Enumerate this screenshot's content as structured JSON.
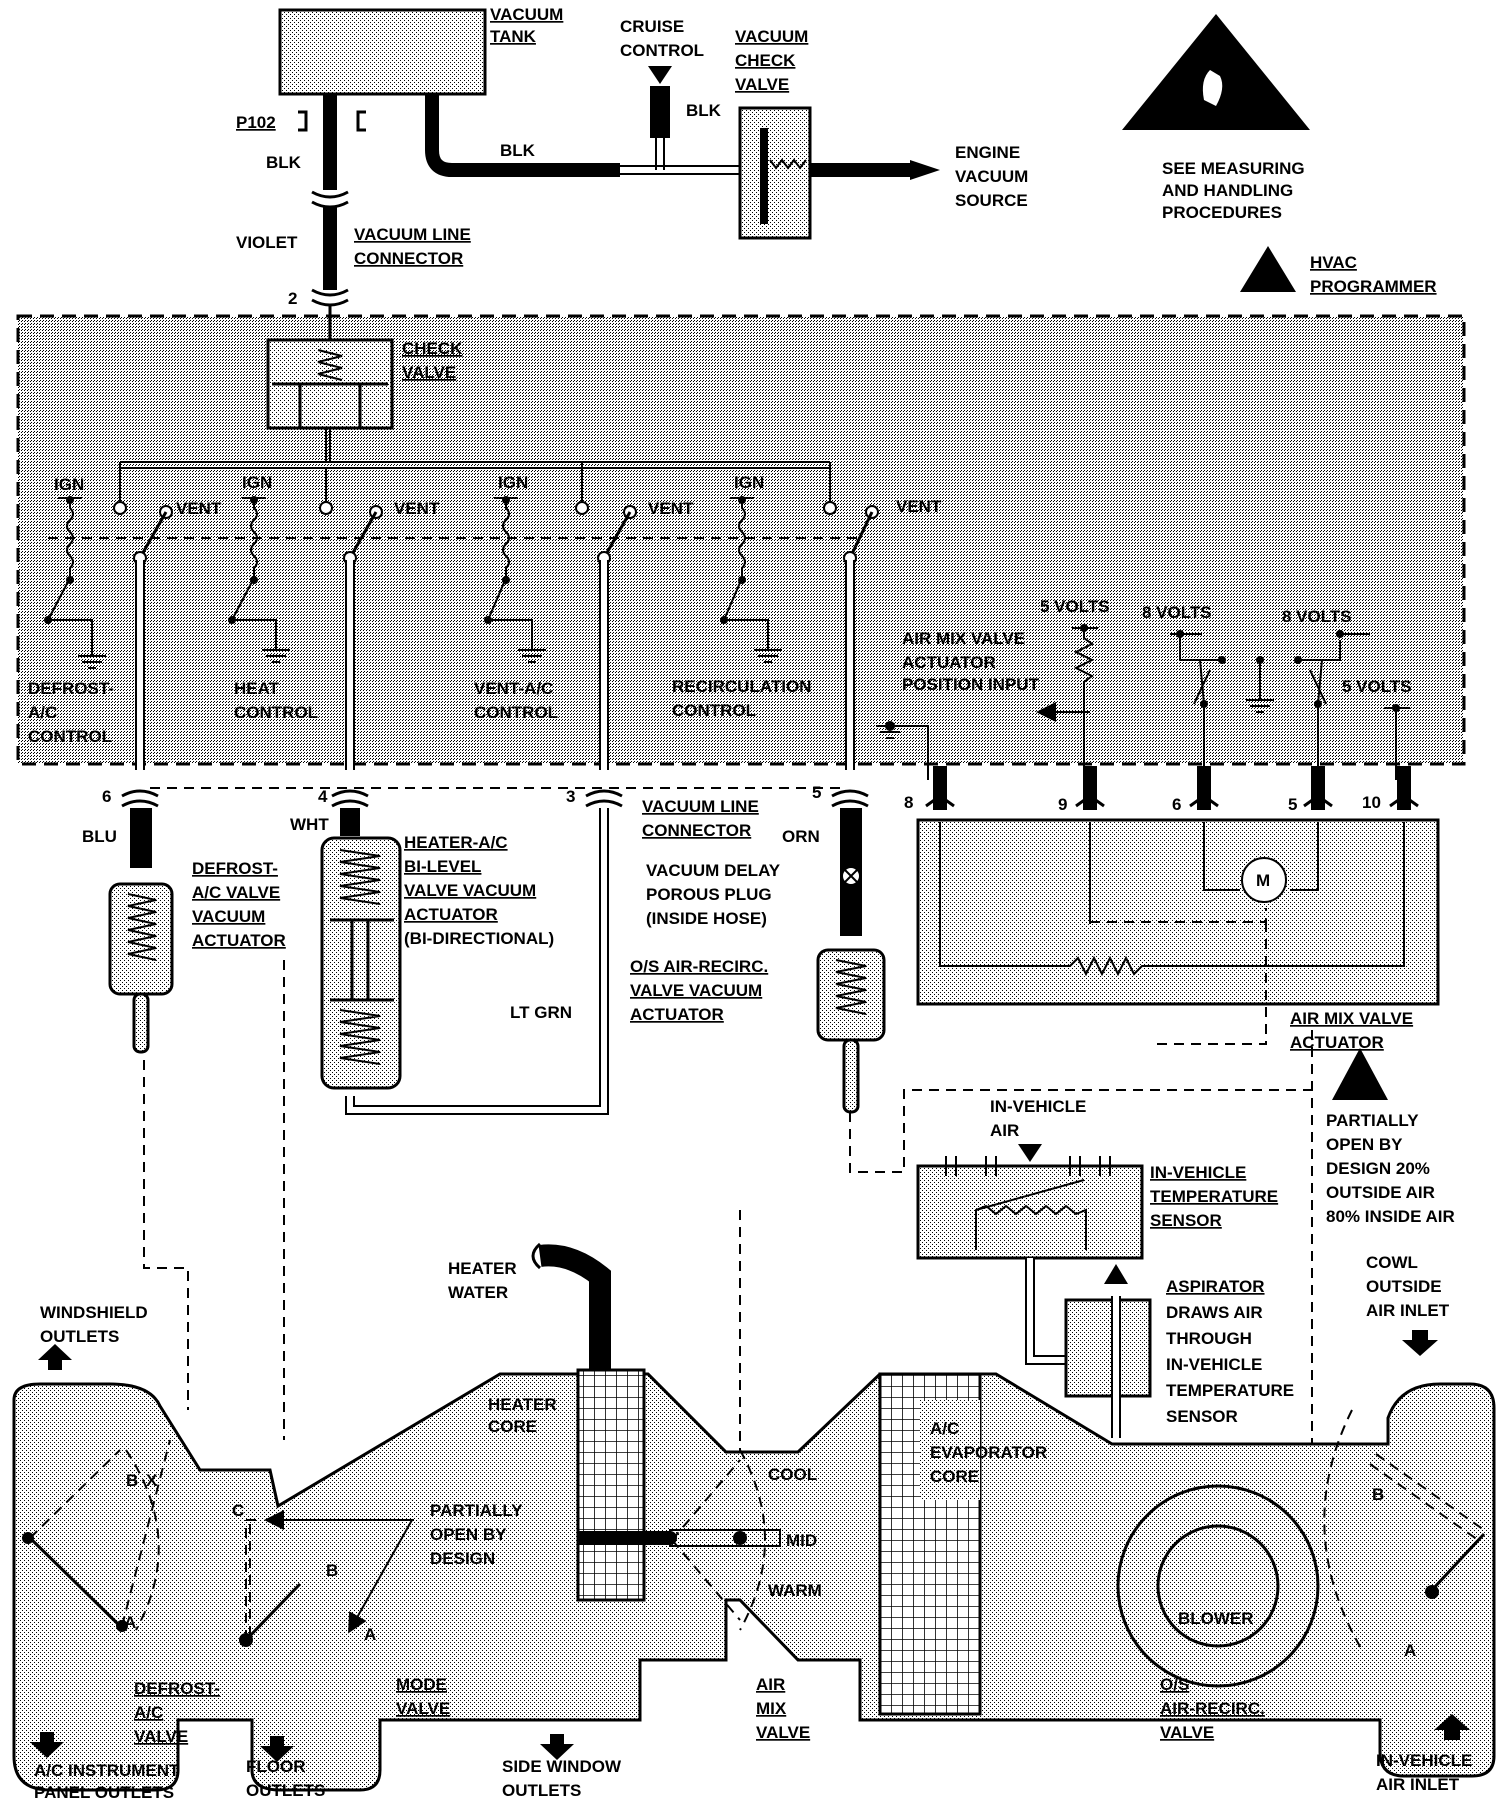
{
  "labels": {
    "vacuum_tank_1": "VACUUM",
    "vacuum_tank_2": "TANK",
    "cruise_1": "CRUISE",
    "cruise_2": "CONTROL",
    "check_valve_top_1": "VACUUM",
    "check_valve_top_2": "CHECK",
    "check_valve_top_3": "VALVE",
    "blk_cruise": "BLK",
    "p102": "P102",
    "blk_left": "BLK",
    "blk_mid": "BLK",
    "engine_1": "ENGINE",
    "engine_2": "VACUUM",
    "engine_3": "SOURCE",
    "esd_1": "SEE MEASURING",
    "esd_2": "AND HANDLING",
    "esd_3": "PROCEDURES",
    "violet": "VIOLET",
    "vlc_top_1": "VACUUM LINE",
    "vlc_top_2": "CONNECTOR",
    "pin_2": "2",
    "hvac_1": "HVAC",
    "hvac_2": "PROGRAMMER",
    "check_valve_1": "CHECK",
    "check_valve_2": "VALVE",
    "ign": "IGN",
    "vent": "VENT",
    "defrost_ctl_1": "DEFROST-",
    "defrost_ctl_2": "A/C",
    "defrost_ctl_3": "CONTROL",
    "heat_ctl_1": "HEAT",
    "heat_ctl_2": "CONTROL",
    "ventac_ctl_1": "VENT-A/C",
    "ventac_ctl_2": "CONTROL",
    "recirc_ctl_1": "RECIRCULATION",
    "recirc_ctl_2": "CONTROL",
    "five_volts": "5 VOLTS",
    "eight_volts": "8 VOLTS",
    "amv_pos_1": "AIR MIX VALVE",
    "amv_pos_2": "ACTUATOR",
    "amv_pos_3": "POSITION  INPUT",
    "pin_6": "6",
    "pin_4": "4",
    "pin_3": "3",
    "pin_5": "5",
    "pin_8": "8",
    "pin_9": "9",
    "pin_10": "10",
    "blu": "BLU",
    "wht": "WHT",
    "orn": "ORN",
    "lt_grn": "LT GRN",
    "vlc_mid_1": "VACUUM LINE",
    "vlc_mid_2": "CONNECTOR",
    "delay_1": "VACUUM DELAY",
    "delay_2": "POROUS PLUG",
    "delay_3": "(INSIDE HOSE)",
    "defrost_act_1": "DEFROST-",
    "defrost_act_2": "A/C  VALVE",
    "defrost_act_3": "VACUUM",
    "defrost_act_4": "ACTUATOR",
    "bilevel_1": "HEATER-A/C",
    "bilevel_2": "BI-LEVEL",
    "bilevel_3": "VALVE VACUUM",
    "bilevel_4": "ACTUATOR",
    "bilevel_5": "(BI-DIRECTIONAL)",
    "osair_act_1": "O/S AIR-RECIRC.",
    "osair_act_2": "VALVE  VACUUM",
    "osair_act_3": "ACTUATOR",
    "motor": "M",
    "amv_act_1": "AIR MIX VALVE",
    "amv_act_2": "ACTUATOR",
    "partial_right_1": "PARTIALLY",
    "partial_right_2": "OPEN BY",
    "partial_right_3": "DESIGN 20%",
    "partial_right_4": "OUTSIDE AIR",
    "partial_right_5": "80% INSIDE AIR",
    "invehicle_air_1": "IN-VEHICLE",
    "invehicle_air_2": "AIR",
    "ivts_1": "IN-VEHICLE",
    "ivts_2": "TEMPERATURE",
    "ivts_3": "SENSOR",
    "aspirator_1": "ASPIRATOR",
    "aspirator_2": "DRAWS AIR",
    "aspirator_3": "THROUGH",
    "aspirator_4": "IN-VEHICLE",
    "aspirator_5": "TEMPERATURE",
    "aspirator_6": "SENSOR",
    "cowl_1": "COWL",
    "cowl_2": "OUTSIDE",
    "cowl_3": "AIR INLET",
    "heater_water_1": "HEATER",
    "heater_water_2": "WATER",
    "windshield_1": "WINDSHIELD",
    "windshield_2": "OUTLETS",
    "heater_core_1": "HEATER",
    "heater_core_2": "CORE",
    "evap_1": "A/C",
    "evap_2": "EVAPORATOR",
    "evap_3": "CORE",
    "cool": "COOL",
    "mid": "MID",
    "warm": "WARM",
    "blower": "BLOWER",
    "partial_mid_1": "PARTIALLY",
    "partial_mid_2": "OPEN BY",
    "partial_mid_3": "DESIGN",
    "pos_a": "A",
    "pos_b": "B",
    "pos_c": "C",
    "pos_x": "X",
    "defrost_valve_1": "DEFROST-",
    "defrost_valve_2": "A/C",
    "defrost_valve_3": "VALVE",
    "mode_valve_1": "MODE",
    "mode_valve_2": "VALVE",
    "air_mix_valve_1": "AIR",
    "air_mix_valve_2": "MIX",
    "air_mix_valve_3": "VALVE",
    "osair_valve_1": "O/S",
    "osair_valve_2": "AIR-RECIRC.",
    "osair_valve_3": "VALVE",
    "ac_panel_1": "A/C INSTRUMENT",
    "ac_panel_2": "PANEL OUTLETS",
    "floor_1": "FLOOR",
    "floor_2": "OUTLETS",
    "side_1": "SIDE WINDOW",
    "side_2": "OUTLETS",
    "inveh_inlet_1": "IN-VEHICLE",
    "inveh_inlet_2": "AIR INLET"
  }
}
